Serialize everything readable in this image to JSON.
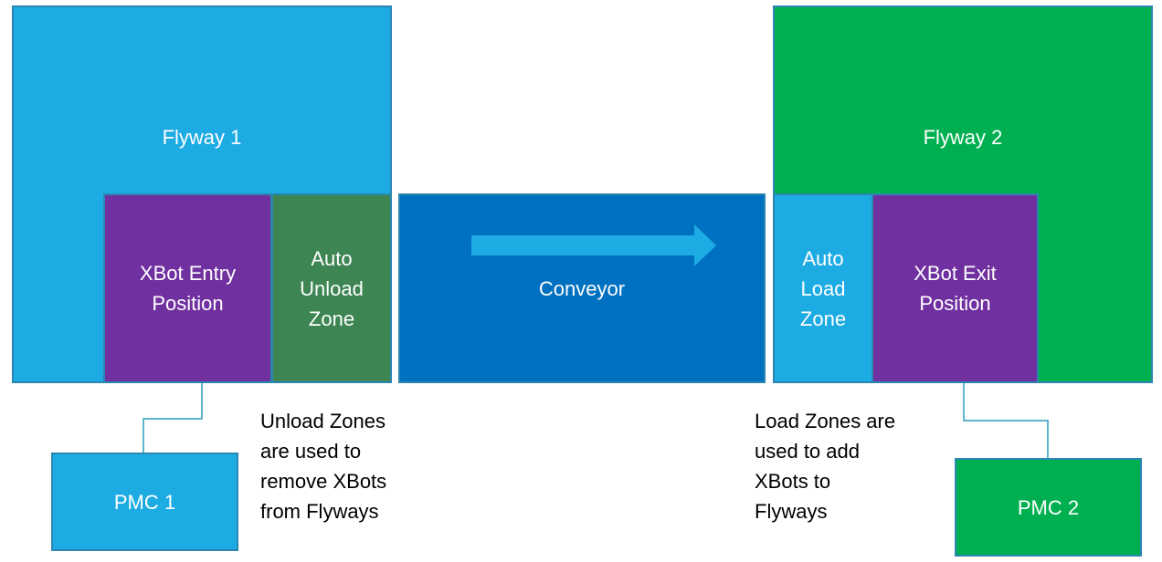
{
  "flyway1": {
    "label": "Flyway 1"
  },
  "flyway2": {
    "label": "Flyway 2"
  },
  "entry_position": {
    "label": "XBot Entry\nPosition"
  },
  "auto_unload_zone": {
    "label": "Auto\nUnload\nZone"
  },
  "conveyor": {
    "label": "Conveyor",
    "arrow_icon": "right-arrow-icon"
  },
  "auto_load_zone": {
    "label": "Auto\nLoad\nZone"
  },
  "exit_position": {
    "label": "XBot Exit\nPosition"
  },
  "pmc1": {
    "label": "PMC 1"
  },
  "pmc2": {
    "label": "PMC 2"
  },
  "notes": {
    "unload": "Unload Zones\nare used to\nremove XBots\nfrom Flyways",
    "load": "Load Zones are\nused to add\nXBots to\nFlyways"
  },
  "colors": {
    "flyway1": "#1dabe3",
    "flyway2": "#00b050",
    "xbot_position": "#7030a0",
    "unload_zone": "#3d8653",
    "conveyor": "#0070c0",
    "connector": "#2b9bbd"
  }
}
